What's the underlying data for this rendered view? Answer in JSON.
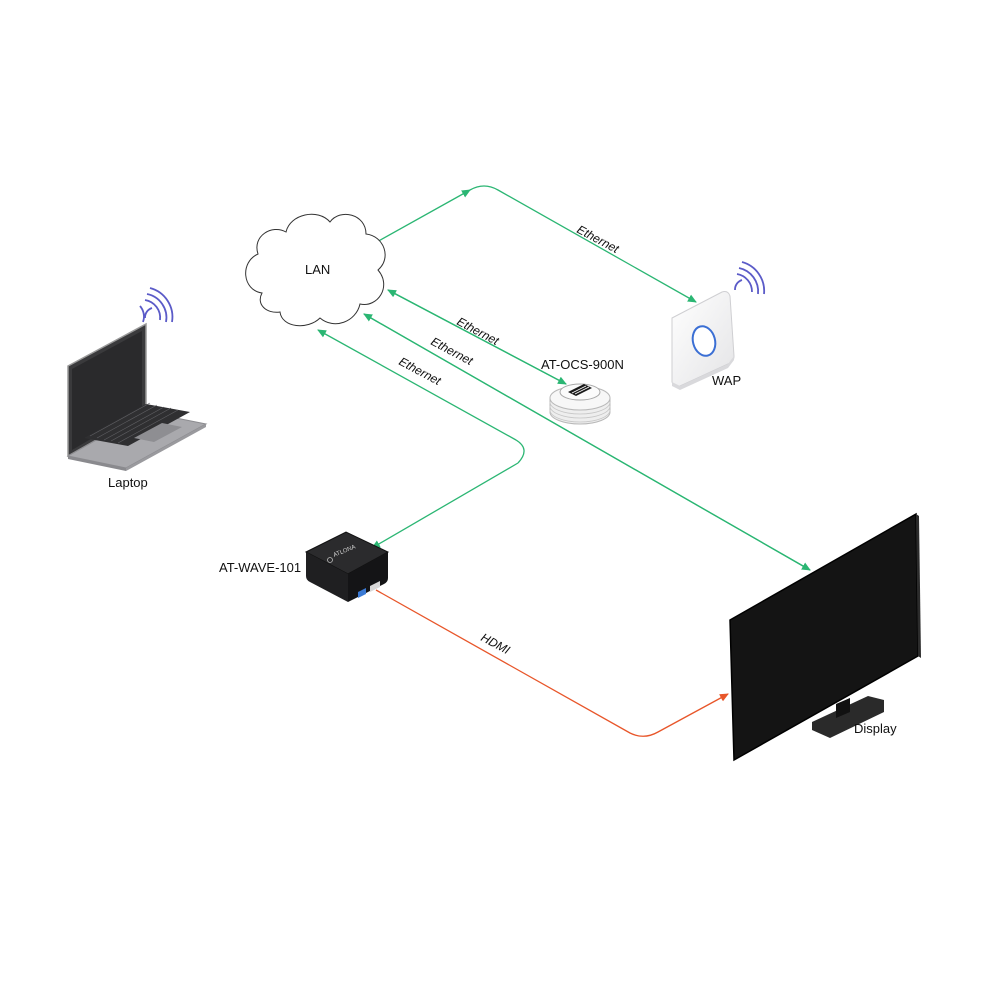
{
  "devices": {
    "lan": "LAN",
    "laptop": "Laptop",
    "wap": "WAP",
    "ocs": "AT-OCS-900N",
    "wave": "AT-WAVE-101",
    "display": "Display",
    "wave_brand": "ATLONA"
  },
  "connections": {
    "lan_wap": "Ethernet",
    "lan_ocs": "Ethernet",
    "lan_display": "Ethernet",
    "lan_wave": "Ethernet",
    "wave_display": "HDMI"
  },
  "colors": {
    "ethernet": "#2bb673",
    "hdmi": "#e8562a",
    "wifi": "#5b5bc8",
    "wap_ring": "#3b6fd4"
  }
}
